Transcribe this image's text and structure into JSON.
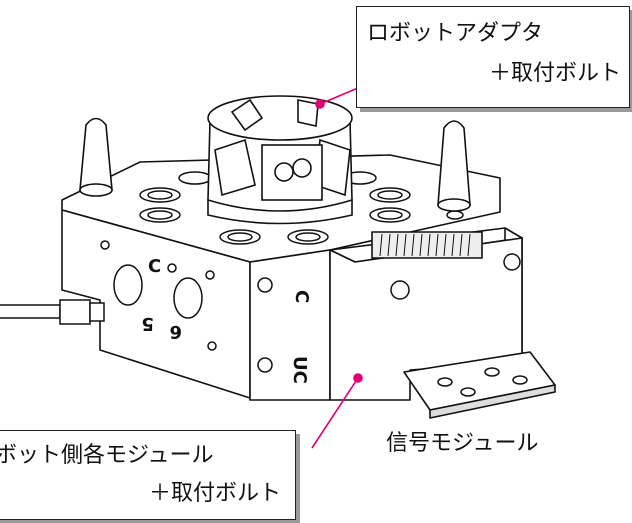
{
  "labels": {
    "robot_adapter_line1": "ロボットアダプタ",
    "robot_adapter_line2": "＋取付ボルト",
    "robot_module_line1": "ボット側各モジュール",
    "robot_module_line2": "＋取付ボルト",
    "signal_module": "信号モジュール"
  },
  "face_markings": {
    "left_face_c": "C",
    "left_face_5": "5",
    "left_face_6": "6",
    "front_face_c": "C",
    "front_face_uc": "UC"
  },
  "colors": {
    "leader_line": "#e0006f",
    "marker": "#e0006f",
    "line_art": "#111111"
  }
}
